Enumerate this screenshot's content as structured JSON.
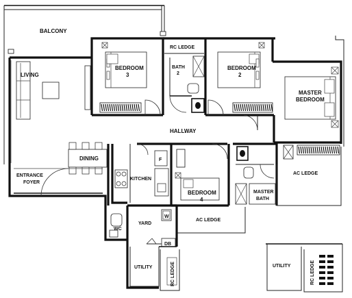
{
  "plan": {
    "rooms": {
      "balcony": "BALCONY",
      "living": "LIVING",
      "bedroom3": [
        "BEDROOM",
        "3"
      ],
      "rc_ledge_top": "RC LEDGE",
      "bath2": [
        "BATH",
        "2"
      ],
      "bedroom2": [
        "BEDROOM",
        "2"
      ],
      "master_bedroom": [
        "MASTER",
        "BEDROOM"
      ],
      "hallway": "HALLWAY",
      "dining": "DINING",
      "entrance": [
        "ENTRANCE",
        "FOYER"
      ],
      "kitchen": "KITCHEN",
      "fridge": "F",
      "bedroom4": [
        "BEDROOM",
        "4"
      ],
      "master_bath": [
        "MASTER",
        "BATH"
      ],
      "ac_ledge_right": "AC LEDGE",
      "ac_ledge_mid": "AC LEDGE",
      "yard": "YARD",
      "wc": "WC",
      "washer": "W",
      "db": "DB",
      "utility": "UTILITY",
      "rc_ledge_bottom": "RC LEDGE",
      "utility_alt": "UTILITY",
      "rc_ledge_alt": "RC LEDGE"
    }
  }
}
